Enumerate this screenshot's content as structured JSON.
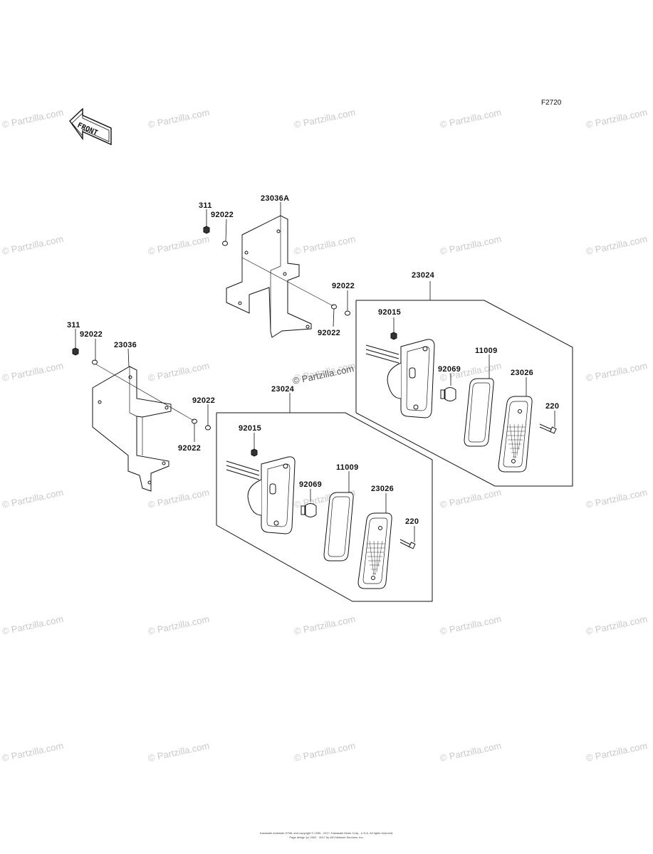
{
  "figure_code": "F2720",
  "front_label": "FRONT",
  "watermark": "© Partzilla.com",
  "copyright_lines": [
    "Kawasaki materials HTML and copyright © 1995 - 2017, Kawasaki Motor Corp., U.S.A. All rights reserved.",
    "Page design (c) 2002 - 2017 by ARI Network Services, Inc."
  ],
  "part_labels": {
    "nut_311_upper": "311",
    "washer_92022_upper_a": "92022",
    "bracket_23036A": "23036A",
    "washer_92022_upper_b": "92022",
    "washer_92022_upper_c": "92022",
    "lamp_23024_upper": "23024",
    "nut_92015_upper": "92015",
    "gasket_11009_upper": "11009",
    "bulb_92069_upper": "92069",
    "lens_23026_upper": "23026",
    "screw_220_upper": "220",
    "nut_311_lower": "311",
    "washer_92022_lower_a": "92022",
    "bracket_23036": "23036",
    "washer_92022_lower_b": "92022",
    "washer_92022_lower_c": "92022",
    "lamp_23024_lower": "23024",
    "nut_92015_lower": "92015",
    "bulb_92069_lower": "92069",
    "gasket_11009_lower": "11009",
    "lens_23026_lower": "23026",
    "screw_220_lower": "220"
  }
}
